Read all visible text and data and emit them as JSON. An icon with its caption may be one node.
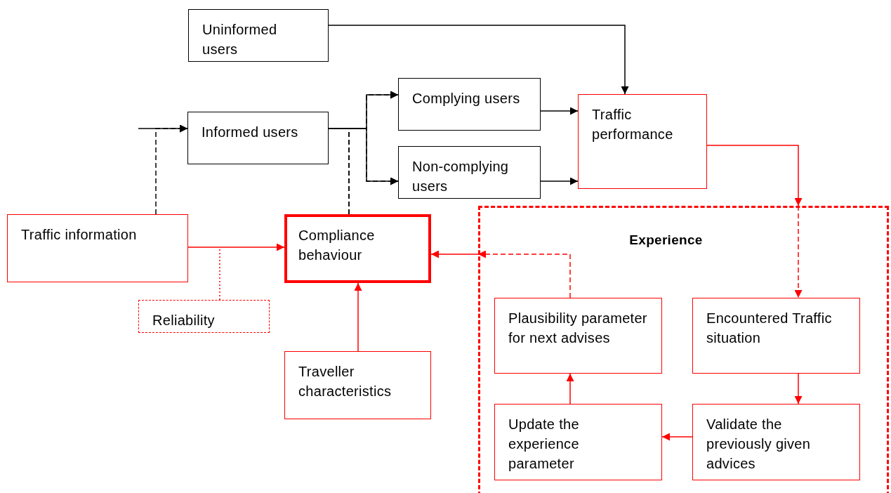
{
  "diagram": {
    "nodes": [
      {
        "text": [
          "Uninformed users"
        ]
      },
      {
        "text": [
          "Informed users"
        ]
      },
      {
        "text": [
          "Complying users"
        ]
      },
      {
        "text": [
          "Non-complying users"
        ]
      },
      {
        "text": [
          "Traffic performance"
        ]
      },
      {
        "text": [
          "Traffic information"
        ]
      },
      {
        "text": [
          "Reliability"
        ]
      },
      {
        "text": [
          "Compliance behaviour"
        ]
      },
      {
        "text": [
          "Traveller characteristics"
        ]
      },
      {
        "text": [
          "Experience"
        ]
      },
      {
        "text": [
          "Plausibility parameter for next advises"
        ],
        "in": 9
      },
      {
        "text": [
          "Encountered Traffic situation"
        ],
        "in": 9
      },
      {
        "text": [
          "Update the experience parameter"
        ],
        "in": 9
      },
      {
        "text": [
          "Validate the previously given advices"
        ],
        "in": 9
      }
    ],
    "edges": [
      {
        "from": 0,
        "to": 4,
        "arrow": "to",
        "color": "#000000"
      },
      {
        "from": null,
        "to": 1,
        "arrow": "to",
        "color": "#000000"
      },
      {
        "from": 5,
        "to": 1,
        "arrow": "to",
        "style": "dashed",
        "color": "#000000"
      },
      {
        "from": 1,
        "to": 2,
        "arrow": "to",
        "color": "#000000"
      },
      {
        "from": 1,
        "to": 3,
        "arrow": "to",
        "color": "#000000"
      },
      {
        "from": 7,
        "to": 2,
        "arrow": "to",
        "style": "dashed",
        "color": "#000000"
      },
      {
        "from": 7,
        "to": 3,
        "arrow": "to",
        "style": "dashed",
        "color": "#000000"
      },
      {
        "from": 2,
        "to": 4,
        "arrow": "to",
        "color": "#000000"
      },
      {
        "from": 3,
        "to": 4,
        "arrow": "to",
        "color": "#000000"
      },
      {
        "from": 4,
        "to": 9,
        "arrow": "to"
      },
      {
        "from": 9,
        "to": 11,
        "arrow": "to",
        "style": "dashed"
      },
      {
        "from": 5,
        "to": 7,
        "arrow": "to"
      },
      {
        "from": 6,
        "to": null,
        "arrow": "none",
        "style": "dashed"
      },
      {
        "from": 8,
        "to": 7,
        "arrow": "to"
      },
      {
        "from": 10,
        "to": 9,
        "arrow": "to",
        "style": "dashed"
      },
      {
        "from": 9,
        "to": 7,
        "arrow": "to"
      },
      {
        "from": 11,
        "to": 13,
        "arrow": "to"
      },
      {
        "from": 13,
        "to": 12,
        "arrow": "to"
      },
      {
        "from": 12,
        "to": 10,
        "arrow": "to"
      }
    ]
  }
}
